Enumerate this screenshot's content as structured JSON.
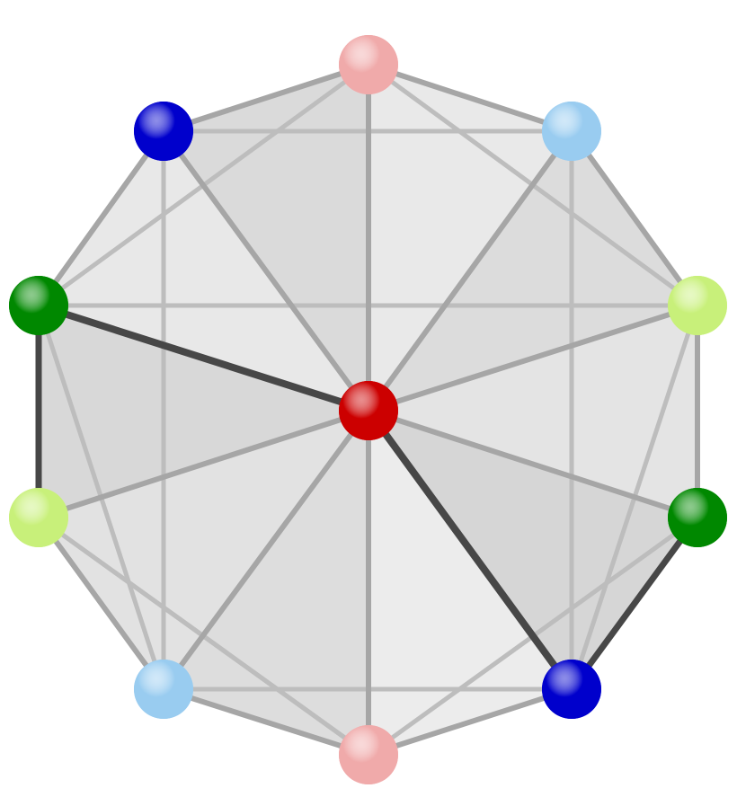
{
  "diagram": {
    "background": "#ffffff",
    "face_color": "#e6e6e6",
    "edge_color_light": "#a6a6a6",
    "edge_color_dark": "#474747",
    "vertices": [
      {
        "id": "center",
        "color": "#cc0000"
      },
      {
        "id": "top",
        "color": "#f0aaaa"
      },
      {
        "id": "bottom",
        "color": "#f0aaaa"
      },
      {
        "id": "upper-left",
        "color": "#0000cc"
      },
      {
        "id": "lower-right",
        "color": "#0000cc"
      },
      {
        "id": "upper-right",
        "color": "#99ccf0"
      },
      {
        "id": "lower-left",
        "color": "#99ccf0"
      },
      {
        "id": "left",
        "color": "#008800"
      },
      {
        "id": "right-lower",
        "color": "#008800"
      },
      {
        "id": "right",
        "color": "#c8f07a"
      },
      {
        "id": "left-lower",
        "color": "#c8f07a"
      }
    ]
  }
}
